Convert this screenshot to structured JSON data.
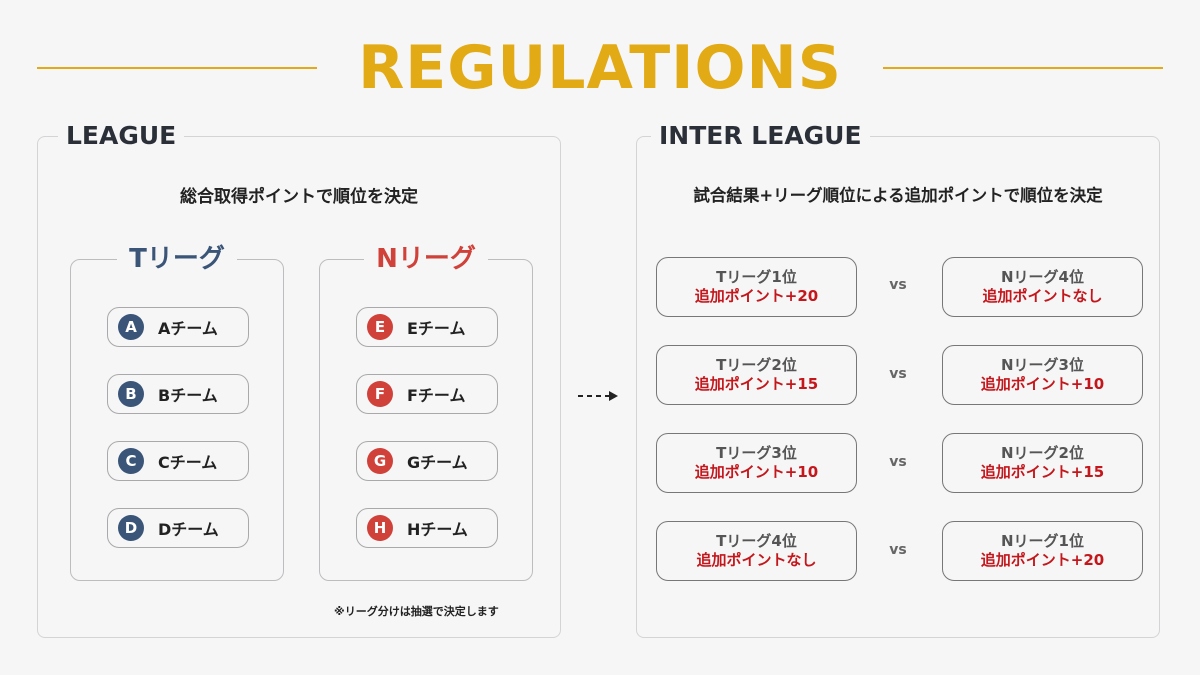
{
  "title": "REGULATIONS",
  "colors": {
    "accent": "#e2aa14",
    "t_league": "#3a5577",
    "n_league": "#d0413a",
    "bonus_text": "#c4171c"
  },
  "league": {
    "label": "LEAGUE",
    "subtitle": "総合取得ポイントで順位を決定",
    "t_league": {
      "name": "Tリーグ",
      "teams": [
        {
          "badge": "A",
          "name": "Aチーム"
        },
        {
          "badge": "B",
          "name": "Bチーム"
        },
        {
          "badge": "C",
          "name": "Cチーム"
        },
        {
          "badge": "D",
          "name": "Dチーム"
        }
      ]
    },
    "n_league": {
      "name": "Nリーグ",
      "teams": [
        {
          "badge": "E",
          "name": "Eチーム"
        },
        {
          "badge": "F",
          "name": "Fチーム"
        },
        {
          "badge": "G",
          "name": "Gチーム"
        },
        {
          "badge": "H",
          "name": "Hチーム"
        }
      ]
    },
    "note": "※リーグ分けは抽選で決定します"
  },
  "inter_league": {
    "label": "INTER LEAGUE",
    "subtitle": "試合結果+リーグ順位による追加ポイントで順位を決定",
    "vs_label": "vs",
    "matches": [
      {
        "left_rank": "Tリーグ1位",
        "left_bonus": "追加ポイント+20",
        "right_rank": "Nリーグ4位",
        "right_bonus": "追加ポイントなし"
      },
      {
        "left_rank": "Tリーグ2位",
        "left_bonus": "追加ポイント+15",
        "right_rank": "Nリーグ3位",
        "right_bonus": "追加ポイント+10"
      },
      {
        "left_rank": "Tリーグ3位",
        "left_bonus": "追加ポイント+10",
        "right_rank": "Nリーグ2位",
        "right_bonus": "追加ポイント+15"
      },
      {
        "left_rank": "Tリーグ4位",
        "left_bonus": "追加ポイントなし",
        "right_rank": "Nリーグ1位",
        "right_bonus": "追加ポイント+20"
      }
    ]
  }
}
